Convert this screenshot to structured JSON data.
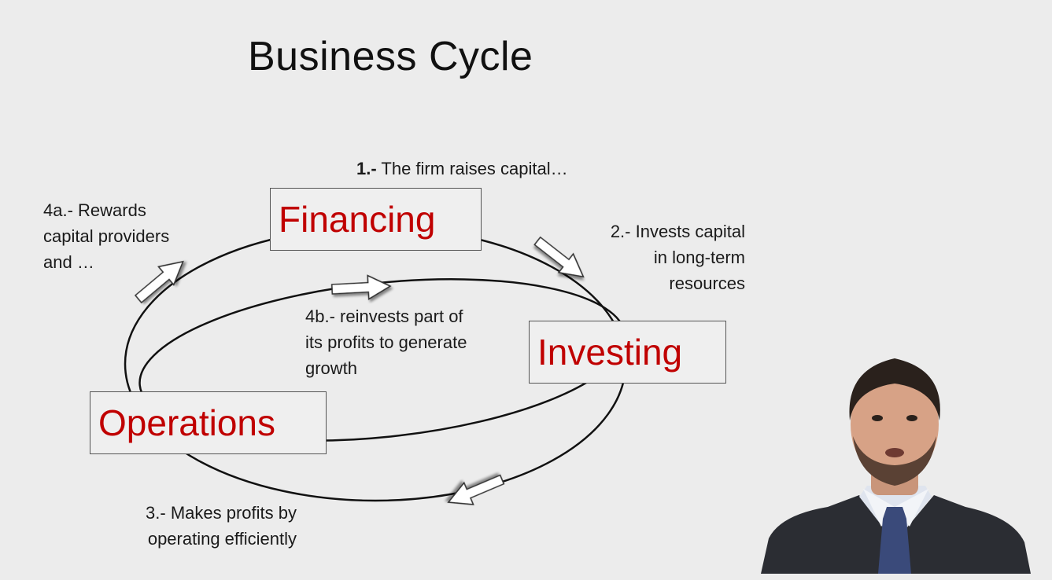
{
  "slide": {
    "title": "Business Cycle"
  },
  "stages": {
    "financing": "Financing",
    "investing": "Investing",
    "operations": "Operations"
  },
  "steps": {
    "step1_number": "1.-",
    "step1_text": " The firm raises capital…",
    "step2_lines": [
      "2.- Invests capital",
      "in long-term",
      "resources"
    ],
    "step3_lines": [
      "3.- Makes profits by",
      "operating efficiently"
    ],
    "step4a_lines": [
      "4a.- Rewards",
      "capital providers",
      "and …"
    ],
    "step4b_lines": [
      "4b.- reinvests part of",
      "its profits to generate",
      "growth"
    ]
  },
  "colors": {
    "stage_text": "#c00000",
    "background": "#ececec"
  },
  "icons": {
    "presenter": "presenter-video"
  }
}
